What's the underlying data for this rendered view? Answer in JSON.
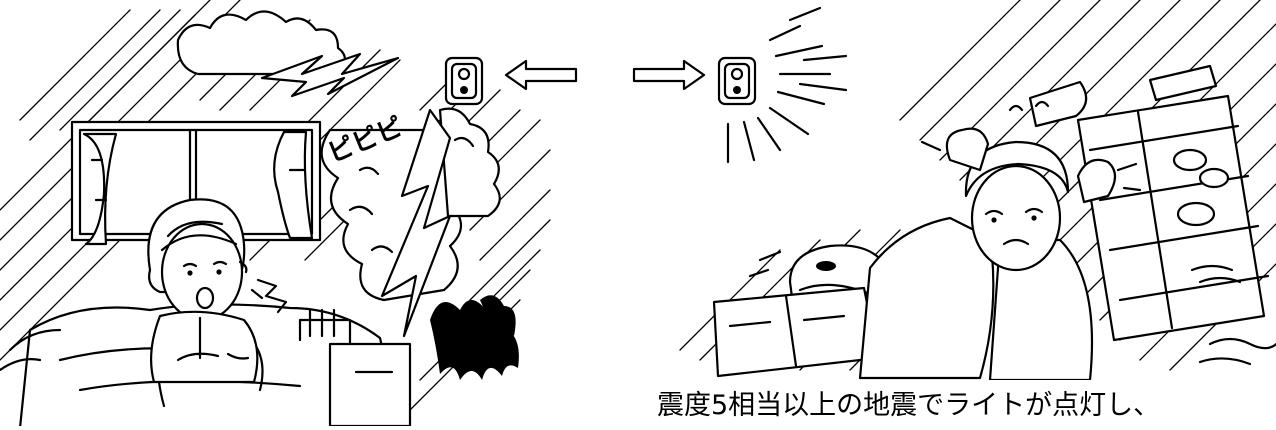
{
  "caption": "震度5相当以上の地震でライトが点灯し、",
  "illustration": {
    "left_scene": "fire-alarm-bedroom",
    "right_scene": "earthquake-kitchen",
    "alarm_sound_text": "ピピピ",
    "icons": [
      "alarm-device-icon",
      "arrow-left-icon",
      "arrow-right-icon",
      "light-burst-icon",
      "flame-icon",
      "lightning-icon"
    ]
  }
}
